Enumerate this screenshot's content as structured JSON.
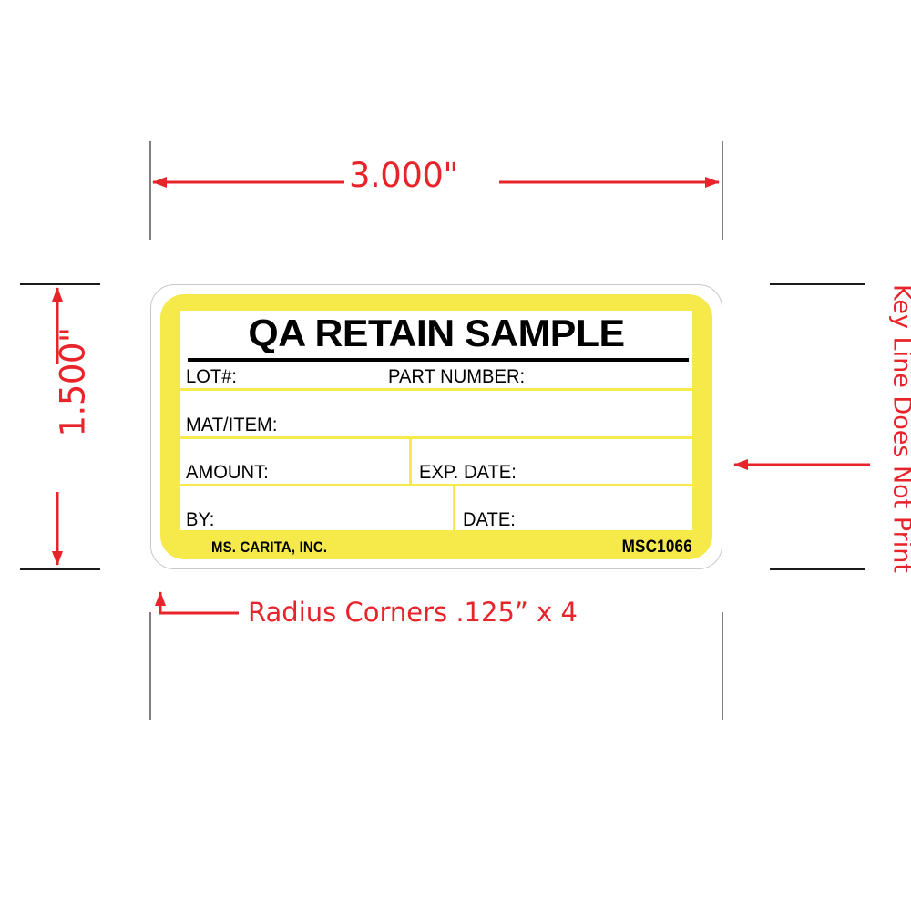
{
  "drawing": {
    "dimensions": {
      "width_label": "3.000\"",
      "height_label": "1.500\""
    },
    "annotations": {
      "keyline_note": "Key Line Does Not Print",
      "radius_note": "Radius Corners .125” x 4"
    },
    "colors": {
      "annotation_red": "#e8232a",
      "label_yellow": "#f5ea4a",
      "keyline_grey": "#c9c9c9",
      "extension_grey": "#7f7f7f",
      "ink_black": "#000000"
    }
  },
  "label": {
    "title": "QA RETAIN SAMPLE",
    "fields": [
      {
        "id": "lot",
        "label": "LOT#:"
      },
      {
        "id": "part_number",
        "label": "PART NUMBER:"
      },
      {
        "id": "mat_item",
        "label": "MAT/ITEM:"
      },
      {
        "id": "amount",
        "label": "AMOUNT:"
      },
      {
        "id": "exp_date",
        "label": "EXP. DATE:"
      },
      {
        "id": "by",
        "label": "BY:"
      },
      {
        "id": "date",
        "label": "DATE:"
      }
    ],
    "footer": {
      "company": "MS. CARITA, INC.",
      "code": "MSC1066"
    }
  }
}
